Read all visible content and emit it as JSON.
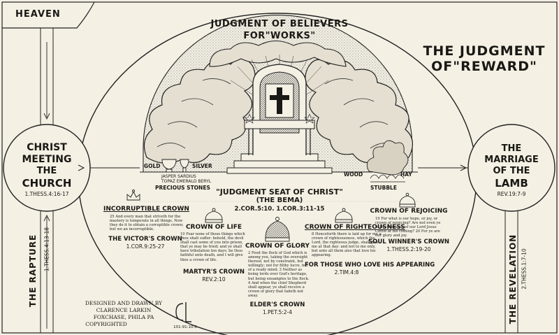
{
  "heaven": "HEAVEN",
  "rapture": {
    "label": "THE RAPTURE",
    "ref": "1.THESS.4:13-18"
  },
  "revelation": {
    "label": "THE REVELATION",
    "ref": "2.THESS.1:7-10"
  },
  "christ_meeting": {
    "line1": "CHRIST",
    "line2": "MEETING",
    "line3": "THE",
    "line4": "CHURCH",
    "ref": "1.THESS.4:16-17"
  },
  "marriage": {
    "line1": "THE",
    "line2": "MARRIAGE",
    "line3": "OF THE",
    "line4": "LAMB",
    "ref": "REV.19:7-9"
  },
  "arch_title": {
    "line1": "JUDGMENT OF BELIEVERS",
    "line2": "FOR\"WORKS\""
  },
  "main_title": {
    "line1": "THE JUDGMENT",
    "line2": "OF\"REWARD\""
  },
  "materials": {
    "gold": "GOLD",
    "silver": "SILVER",
    "precious": "PRECIOUS STONES",
    "stones": "JASPER SARDIUS",
    "stones2": "TOPAZ EMERALD BERYL",
    "wood": "WOOD",
    "hay": "HAY",
    "stubble": "STUBBLE"
  },
  "seat": {
    "title": "\"JUDGMENT SEAT OF CHRIST\"",
    "subtitle": "(THE BEMA)",
    "ref": "2.COR.5:10. 1.COR.3:11-15"
  },
  "crowns": {
    "incorruptible": {
      "title": "INCORRUPTIBLE CROWN",
      "text": "25 And every man that striveth for the mastery is temperate in all things. Now they do it to obtain a corruptible crown; but we an incorruptible.",
      "sub": "THE VICTOR'S CROWN",
      "ref": "1.COR.9:25-27"
    },
    "life": {
      "title": "CROWN OF LIFE",
      "text": "10 Fear none of those things which thou shalt suffer: behold, the devil shall cast some of you into prison, that ye may be tried; and ye shall have tribulation ten days: be thou faithful unto death, and I will give thee a crown of life.",
      "sub": "MARTYR'S CROWN",
      "ref": "REV.2:10"
    },
    "glory": {
      "title": "CROWN OF GLORY",
      "text": "2 Feed the flock of God which is among you, taking the oversight thereof, not by constraint, but willingly; not for filthy lucre, but of a ready mind; 3 Neither as being lords over God's heritage, but being ensamples to the flock. 4 And when the chief Shepherd shall appear, ye shall receive a crown of glory that fadeth not away.",
      "sub": "ELDER'S CROWN",
      "ref": "1.PET.5:2-4"
    },
    "righteousness": {
      "title": "CROWN OF RIGHTEOUSNESS",
      "text": "8 Henceforth there is laid up for me a crown of righteousness, which the Lord, the righteous judge, shall give me at that day: and not to me only, but unto all them also that love his appearing.",
      "sub": "FOR THOSE WHO LOVE HIS APPEARING",
      "ref": "2.TIM.4:8"
    },
    "rejoicing": {
      "title": "CROWN OF REJOICING",
      "text": "19 For what is our hope, or joy, or crown of rejoicing? Are not even ye in the presence of our Lord Jesus Christ at his coming? 20 For ye are our glory and joy.",
      "sub": "SOUL WINNER'S CROWN",
      "ref": "1.THESS.2:19-20"
    }
  },
  "credit": {
    "line1": "DESIGNED AND DRAWN BY",
    "line2": "CLARENCE LARKIN",
    "line3": "FOXCHASE, PHILA PA",
    "line4": "COPYRIGHTED"
  },
  "mono": {
    "letters": "CL",
    "code": "101-91:10:6"
  }
}
